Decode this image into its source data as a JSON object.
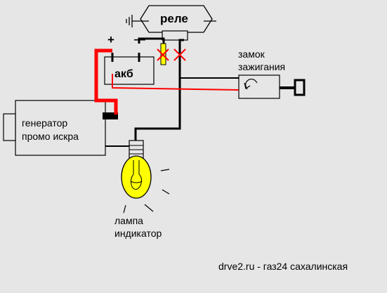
{
  "components": {
    "relay": {
      "label": "реле"
    },
    "battery": {
      "label": "акб",
      "plus_sign": "+",
      "minus_sign": "—"
    },
    "ignition_switch": {
      "label_line1": "замок",
      "label_line2": "зажигания"
    },
    "generator": {
      "label_line1": "генератор",
      "label_line2": "промо искра"
    },
    "lamp": {
      "label_line1": "лампа",
      "label_line2": "индикатор"
    }
  },
  "footer": {
    "caption": "drve2.ru - газ24 сахалинская"
  },
  "colors": {
    "background": "#e6e6e6",
    "wire": "#000000",
    "hot_wire": "#ff0000",
    "lamp_fill": "#ffff00"
  }
}
